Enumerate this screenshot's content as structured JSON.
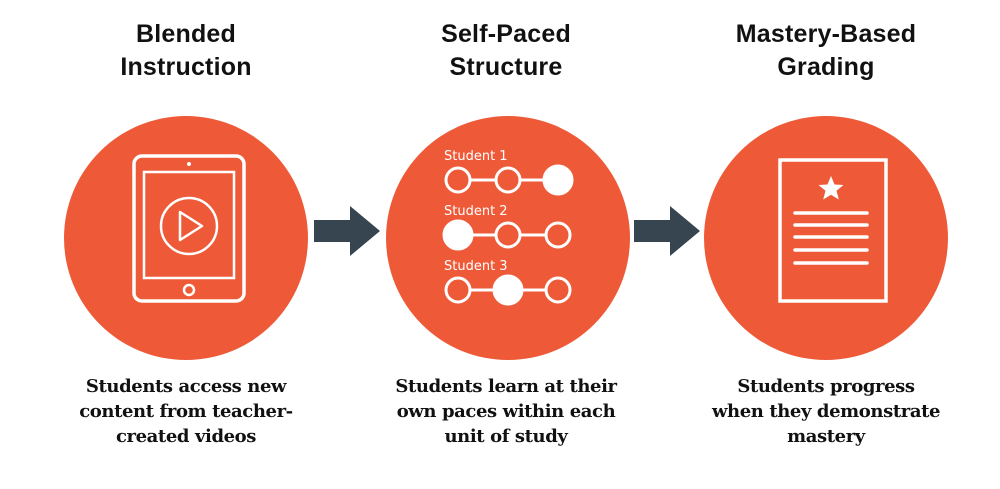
{
  "colors": {
    "circle": "#EE5A38",
    "icon": "#FFFFFF",
    "arrow": "#364550",
    "text": "#111111",
    "background": "#FFFFFF"
  },
  "steps": [
    {
      "title_line1": "Blended",
      "title_line2": "Instruction",
      "icon": "tablet-play-icon",
      "description_line1": "Students access new",
      "description_line2": "content from teacher-",
      "description_line3": "created videos"
    },
    {
      "title_line1": "Self-Paced",
      "title_line2": "Structure",
      "icon": "student-progress-icon",
      "students": [
        {
          "label": "Student 1",
          "progress": [
            false,
            false,
            true
          ]
        },
        {
          "label": "Student 2",
          "progress": [
            true,
            false,
            false
          ]
        },
        {
          "label": "Student 3",
          "progress": [
            false,
            true,
            false
          ]
        }
      ],
      "description_line1": "Students learn at their",
      "description_line2": "own paces within each",
      "description_line3": "unit of study"
    },
    {
      "title_line1": "Mastery-Based",
      "title_line2": "Grading",
      "icon": "graded-document-icon",
      "description_line1": "Students progress",
      "description_line2": "when they demonstrate",
      "description_line3": "mastery"
    }
  ],
  "connectors": [
    "arrow-right-icon",
    "arrow-right-icon"
  ]
}
